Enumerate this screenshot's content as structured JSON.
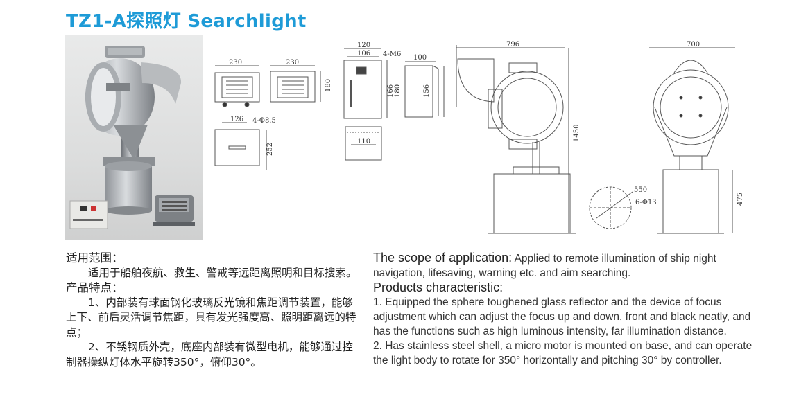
{
  "title": "TZ1-A探照灯 Searchlight",
  "photo": {
    "caption": ""
  },
  "dimensions": {
    "box1_width": "230",
    "box2_width": "230",
    "box2_height": "180",
    "base_width": "126",
    "base_holes": "4-Φ8.5",
    "base_height": "252",
    "ctrl_width": "120",
    "ctrl_inner": "106",
    "ctrl_screw": "4-M6",
    "ctrl_depth": "100",
    "ctrl_h1": "166",
    "ctrl_h2": "180",
    "ctrl_side": "156",
    "ctrl_bottom": "110",
    "lamp_side_width": "796",
    "lamp_total_height": "1450",
    "lamp_front_width": "700",
    "pedestal_height": "475",
    "pcd": "550",
    "bolt_holes": "6-Φ13"
  },
  "cn": {
    "scope_heading": "适用范围：",
    "scope_text": "适用于船舶夜航、救生、警戒等远距离照明和目标搜索。",
    "features_heading": "产品特点：",
    "feature1": "1、内部装有球面钢化玻璃反光镜和焦距调节装置，能够上下、前后灵活调节焦距，具有发光强度高、照明距离远的特点；",
    "feature2": "2、不锈钢质外壳，底座内部装有微型电机，能够通过控制器操纵灯体水平旋转350°，俯仰30°。"
  },
  "en": {
    "scope_heading": "The scope of application:",
    "scope_text": " Applied to remote illumination of ship night navigation, lifesaving, warning etc. and aim searching.",
    "features_heading": "Products characteristic:",
    "feature1": " 1. Equipped the sphere toughened glass reflector and the device of focus adjustment which can adjust the focus up and down, front and black neatly, and has the functions such as high luminous intensity, far illumination distance.",
    "feature2": " 2. Has stainless steel shell, a micro motor is mounted on base, and can operate the light body to rotate for 350°  horizontally and pitching 30°  by controller."
  },
  "colors": {
    "title": "#1e9bd7",
    "line": "#555555"
  }
}
